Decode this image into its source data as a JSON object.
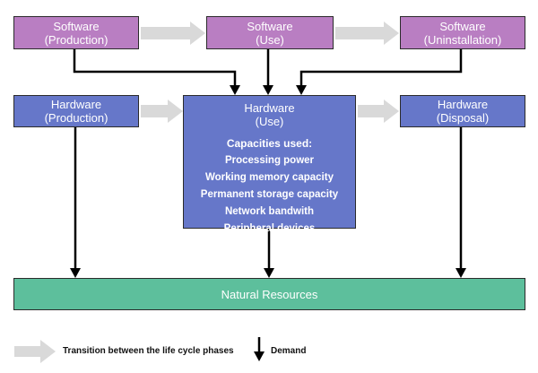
{
  "software": {
    "production": [
      "Software",
      "(Production)"
    ],
    "use": [
      "Software",
      "(Use)"
    ],
    "uninstallation": [
      "Software",
      "(Uninstallation)"
    ]
  },
  "hardware": {
    "production": [
      "Hardware",
      "(Production)"
    ],
    "use": [
      "Hardware",
      "(Use)"
    ],
    "disposal": [
      "Hardware",
      "(Disposal)"
    ]
  },
  "capacities": {
    "title": "Capacities used:",
    "items": [
      "Processing power",
      "Working memory capacity",
      "Permanent storage capacity",
      "Network bandwith",
      "Peripheral devices"
    ]
  },
  "natural_resources": "Natural Resources",
  "legend": {
    "transition": "Transition between the life cycle phases",
    "demand": "Demand"
  },
  "colors": {
    "software": "#b97ec2",
    "hardware": "#6677c9",
    "natural_resources": "#5dbf9c",
    "transition_arrow": "#d9d9d9",
    "demand_arrow": "#000000"
  }
}
